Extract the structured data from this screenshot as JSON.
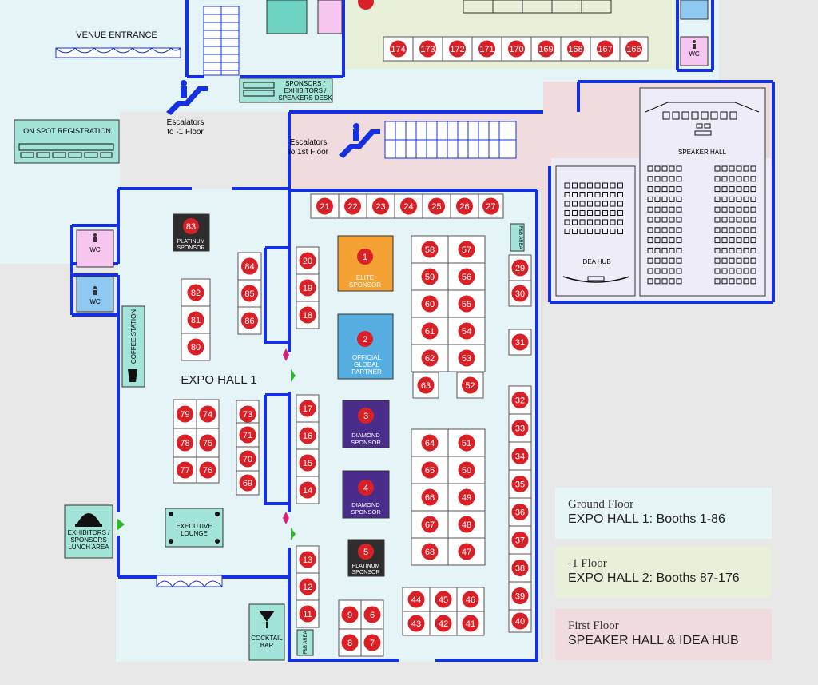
{
  "colors": {
    "hall": "#e5f4f6",
    "blue_wall": "#1430e0",
    "booth_red": "#d92027",
    "elite": "#f3a233",
    "official": "#56aee0",
    "diamond": "#4a2d8b",
    "platinum": "#2e2e2e",
    "wc_pink": "#f6c6f1",
    "wc_blue": "#8fc8f0",
    "teal": "#a3e4d9",
    "speaker_bg": "#eeecf6",
    "level_minus1": "#e9f0da",
    "first_floor": "#f0dcdf"
  },
  "labels": {
    "venue_entrance": "VENUE ENTRANCE",
    "on_spot_registration": "ON SPOT REGISTRATION",
    "sponsors_desk_1": "SPONSORS /",
    "sponsors_desk_2": "EXHIBITORS /",
    "sponsors_desk_3": "SPEAKERS DESK",
    "escalator_down_1": "Escalators",
    "escalator_down_2": "to -1 Floor",
    "escalator_up_1": "Escalators",
    "escalator_up_2": "to 1st Floor",
    "wc": "WC",
    "expo_hall_1": "EXPO HALL 1",
    "coffee_station": "COFFEE STATION",
    "exhibitors_lunch_1": "EXHIBITORS /",
    "exhibitors_lunch_2": "SPONSORS",
    "exhibitors_lunch_3": "LUNCH AREA",
    "executive_lounge_1": "EXECUTIVE",
    "executive_lounge_2": "LOUNGE",
    "cocktail_bar_1": "COCKTAIL",
    "cocktail_bar_2": "BAR",
    "fire_area": "F&B AREA",
    "speaker_hall": "SPEAKER HALL",
    "idea_hub": "IDEA HUB",
    "elite_sponsor_1": "ELITE",
    "elite_sponsor_2": "SPONSOR",
    "official_partner_1": "OFFICIAL",
    "official_partner_2": "GLOBAL",
    "official_partner_3": "PARTNER",
    "diamond_sponsor_1": "DIAMOND",
    "diamond_sponsor_2": "SPONSOR",
    "platinum_sponsor_1": "PLATINUM",
    "platinum_sponsor_2": "SPONSOR"
  },
  "sponsor_booths": {
    "elite": "1",
    "official": "2",
    "diamond_a": "3",
    "diamond_b": "4",
    "platinum_a": "5",
    "platinum_b": "83"
  },
  "booths": [
    "174",
    "173",
    "172",
    "171",
    "170",
    "169",
    "168",
    "167",
    "166",
    "21",
    "22",
    "23",
    "24",
    "25",
    "26",
    "27",
    "20",
    "19",
    "18",
    "17",
    "16",
    "15",
    "14",
    "13",
    "12",
    "11",
    "84",
    "85",
    "86",
    "73",
    "71",
    "70",
    "69",
    "82",
    "81",
    "80",
    "79",
    "74",
    "78",
    "75",
    "77",
    "76",
    "58",
    "57",
    "59",
    "56",
    "60",
    "55",
    "61",
    "54",
    "62",
    "53",
    "63",
    "52",
    "64",
    "51",
    "65",
    "50",
    "66",
    "49",
    "67",
    "48",
    "68",
    "47",
    "44",
    "45",
    "46",
    "43",
    "42",
    "41",
    "9",
    "6",
    "8",
    "7",
    "29",
    "30",
    "31",
    "32",
    "33",
    "34",
    "35",
    "36",
    "37",
    "38",
    "39",
    "40"
  ],
  "legend": [
    {
      "floor": "Ground Floor",
      "desc": "EXPO HALL 1: Booths 1-86"
    },
    {
      "floor": "-1 Floor",
      "desc": "EXPO HALL 2: Booths 87-176"
    },
    {
      "floor": "First Floor",
      "desc": "SPEAKER HALL & IDEA HUB"
    }
  ]
}
